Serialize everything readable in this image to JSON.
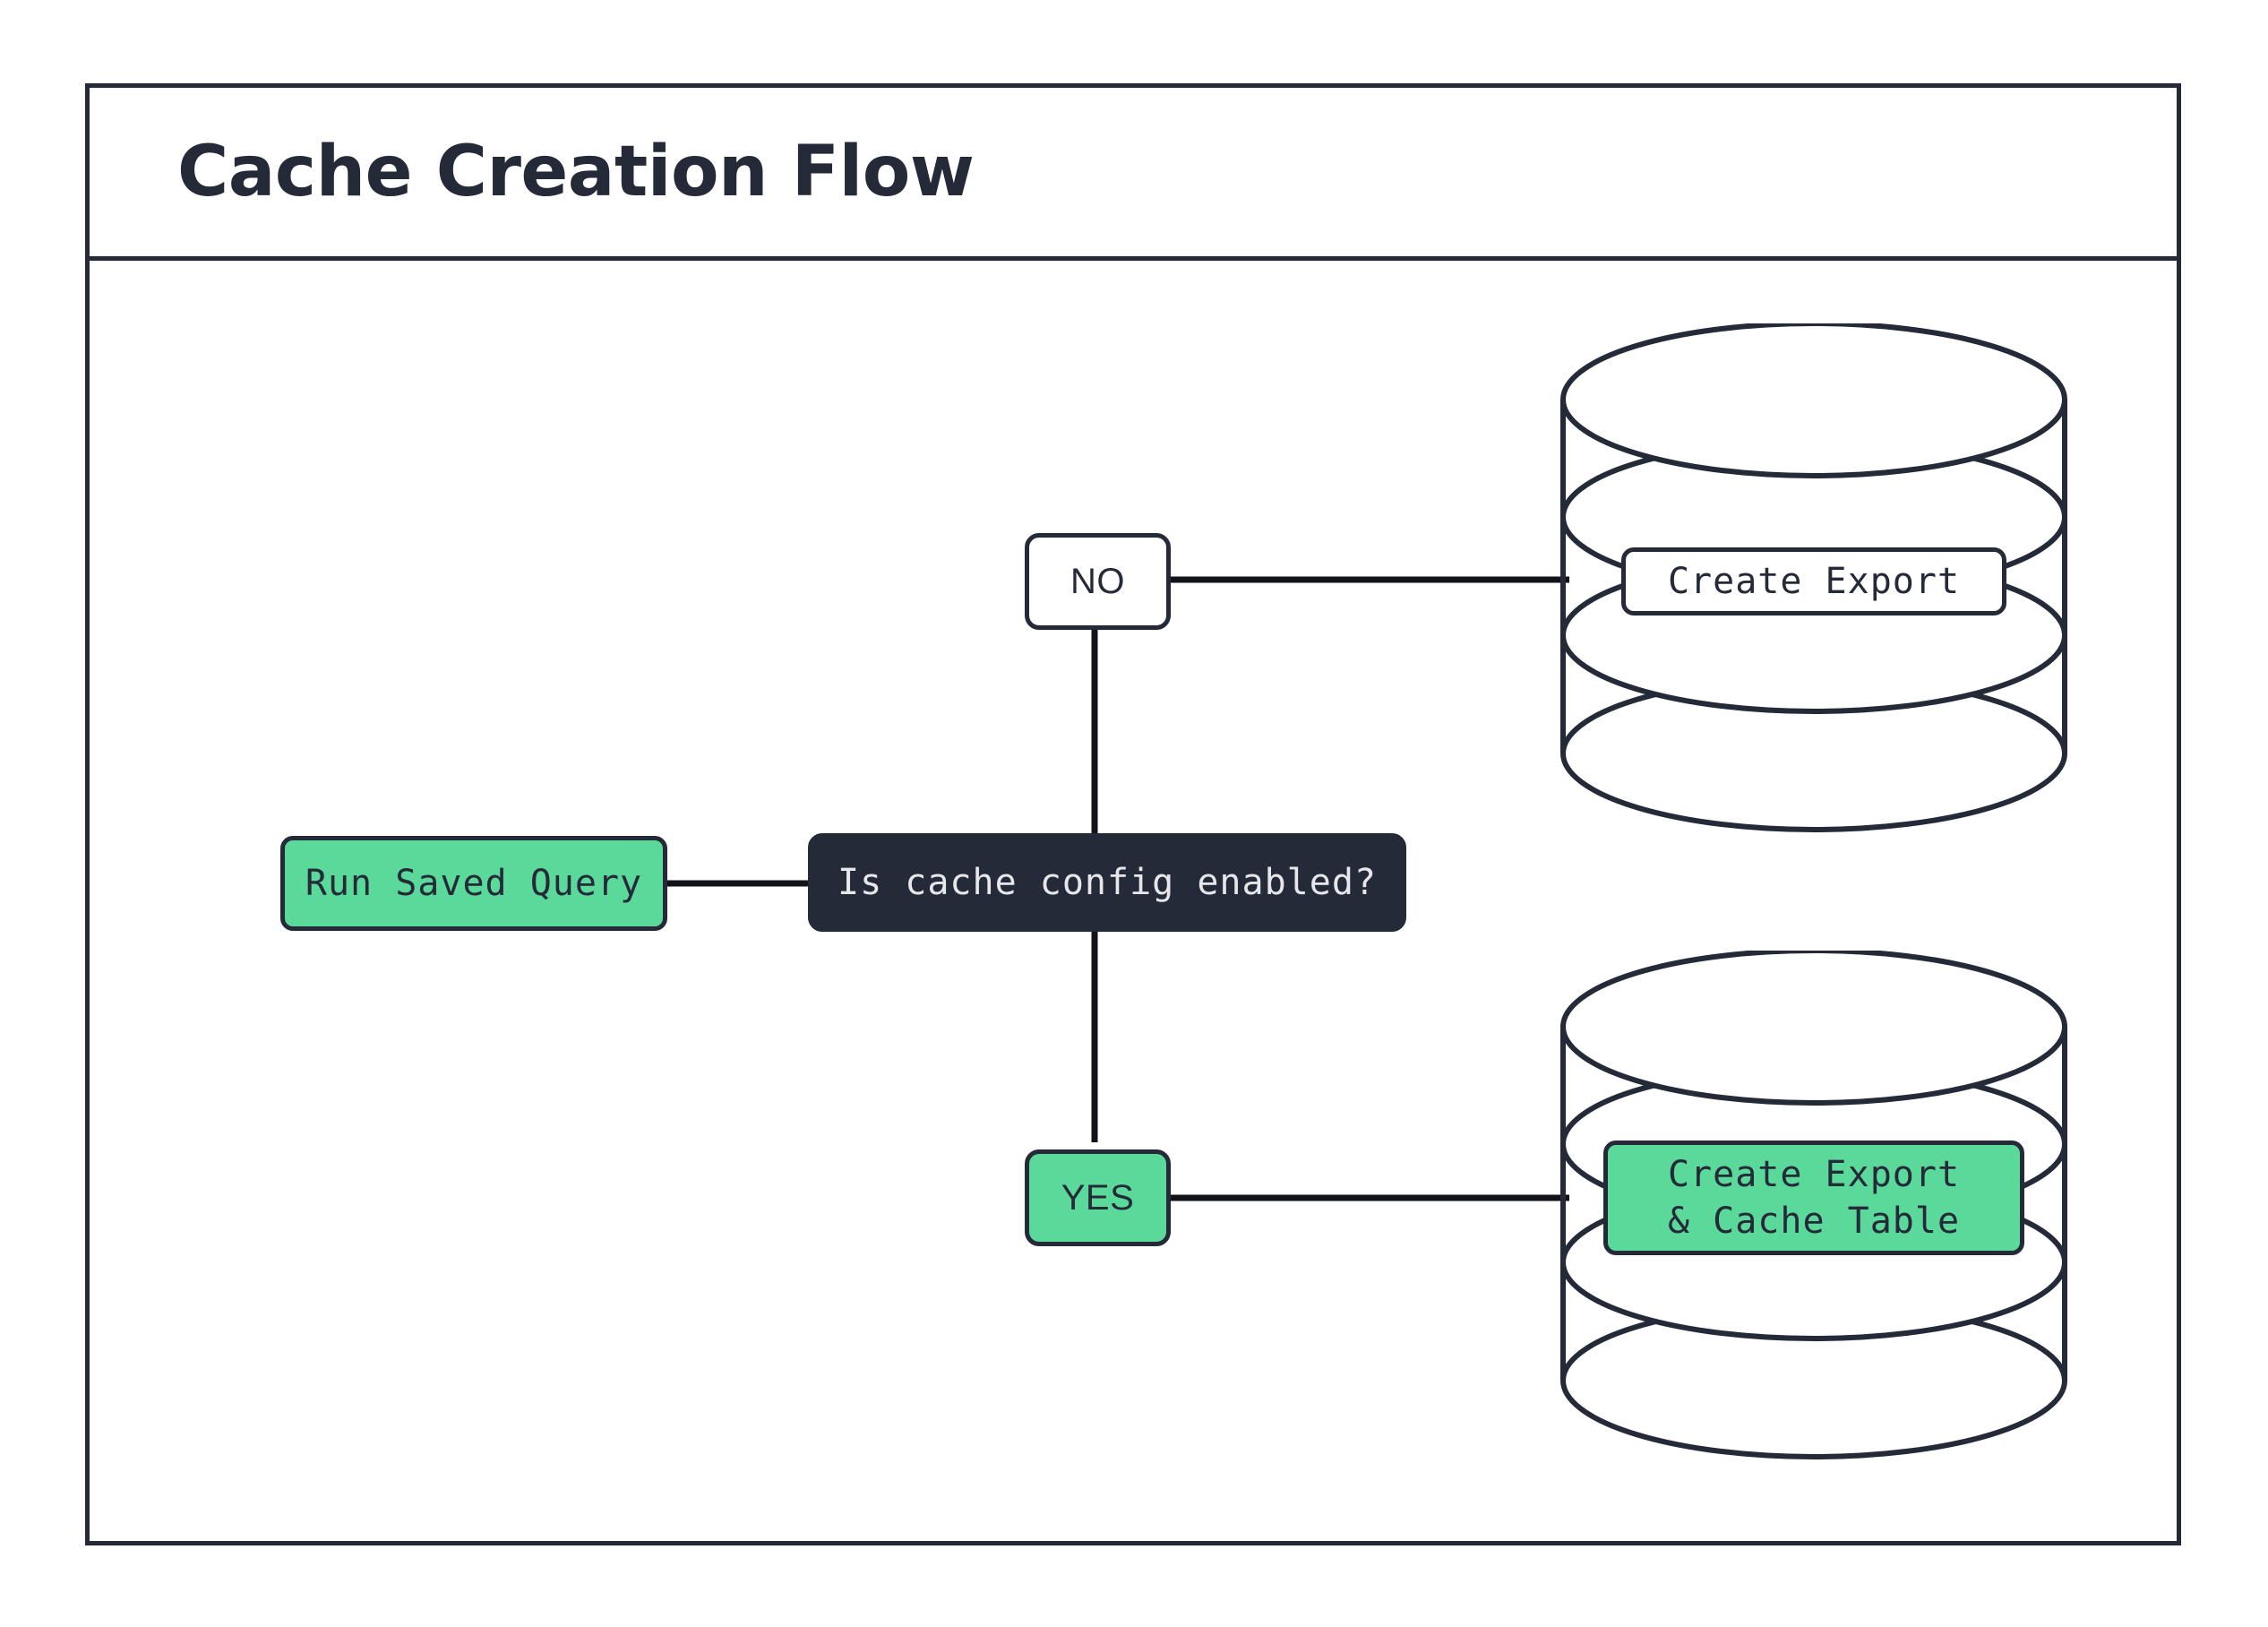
{
  "diagram": {
    "title": "Cache Creation Flow",
    "type": "flowchart",
    "colors": {
      "accent_green": "#5BD99B",
      "dark_navy": "#252A38",
      "light_text": "#E6E7EB",
      "background": "#FFFFFF"
    },
    "nodes": [
      {
        "id": "run-saved-query",
        "label": "Run Saved Query",
        "shape": "rounded-rect",
        "style": "process-green"
      },
      {
        "id": "is-cache-config-enabled",
        "label": "Is cache config enabled?",
        "shape": "rounded-rect",
        "style": "decision-dark"
      },
      {
        "id": "branch-no",
        "label": "NO",
        "shape": "rounded-rect",
        "style": "label-white"
      },
      {
        "id": "branch-yes",
        "label": "YES",
        "shape": "rounded-rect",
        "style": "label-green"
      },
      {
        "id": "database-create-export",
        "label": "Create Export",
        "shape": "cylinder",
        "style": "database-white"
      },
      {
        "id": "database-create-export-cache-table",
        "label": "Create Export\n& Cache Table",
        "shape": "cylinder",
        "style": "database-green"
      }
    ],
    "edges": [
      {
        "from": "run-saved-query",
        "to": "is-cache-config-enabled"
      },
      {
        "from": "is-cache-config-enabled",
        "to": "branch-no"
      },
      {
        "from": "is-cache-config-enabled",
        "to": "branch-yes"
      },
      {
        "from": "branch-no",
        "to": "database-create-export"
      },
      {
        "from": "branch-yes",
        "to": "database-create-export-cache-table"
      }
    ]
  }
}
